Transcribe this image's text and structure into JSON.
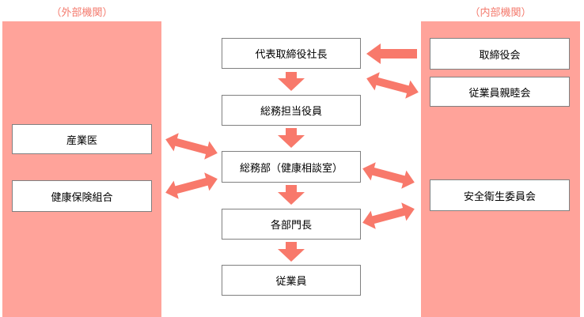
{
  "external": {
    "title": "（外部機関）",
    "items": [
      "産業医",
      "健康保険組合"
    ]
  },
  "internal": {
    "title": "（内部機関）",
    "items": [
      "取締役会",
      "従業員親睦会",
      "安全衛生委員会"
    ]
  },
  "center": {
    "items": [
      "代表取締役社長",
      "総務担当役員",
      "総務部（健康相談室）",
      "各部門長",
      "従業員"
    ]
  },
  "colors": {
    "panel": "#ffa39a",
    "arrow": "#f8796b",
    "title": "#f47a6d",
    "box_border": "#808080"
  }
}
